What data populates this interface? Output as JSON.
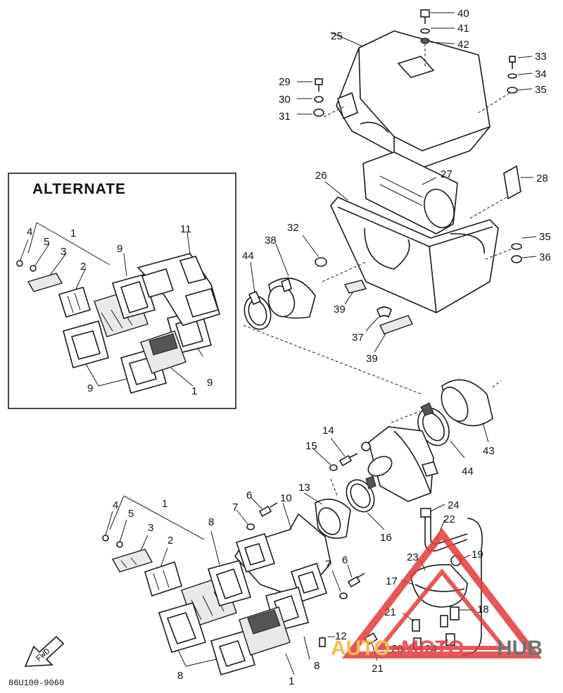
{
  "alternate_title": "ALTERNATE",
  "part_code": "86U100-9060",
  "fwd_label": "FWD",
  "watermark": {
    "part1": "AUTO",
    "part2": "MOTO",
    "part3": "HUB",
    "colors": {
      "triangle": "#e23b3b",
      "accent": "#f2b233",
      "dark": "#5a5a5a"
    }
  },
  "callouts": {
    "c40": "40",
    "c41": "41",
    "c42": "42",
    "c25": "25",
    "c33": "33",
    "c34": "34",
    "c35a": "35",
    "c29": "29",
    "c30": "30",
    "c31": "31",
    "c26": "26",
    "c27": "27",
    "c28": "28",
    "c32": "32",
    "c38": "38",
    "c44a": "44",
    "c35b": "35",
    "c36": "36",
    "c39a": "39",
    "c37": "37",
    "c39b": "39",
    "alt4": "4",
    "alt5": "5",
    "alt1a": "1",
    "alt3": "3",
    "alt2": "2",
    "alt9a": "9",
    "alt11": "11",
    "alt9b": "9",
    "alt9c": "9",
    "alt1b": "1",
    "c14": "14",
    "c15": "15",
    "c43": "43",
    "c44b": "44",
    "c13": "13",
    "c16": "16",
    "c6a": "6",
    "c7a": "7",
    "c10": "10",
    "c4": "4",
    "c5": "5",
    "c1a": "1",
    "c3": "3",
    "c2": "2",
    "c8a": "8",
    "c7b": "7",
    "c6b": "6",
    "c24a": "24",
    "c22": "22",
    "c23": "23",
    "c19": "19",
    "c17": "17",
    "c18": "18",
    "c21a": "21",
    "c20": "20",
    "c24b": "24",
    "c21b": "21",
    "c12": "12",
    "c8b": "8",
    "c8c": "8",
    "c1b": "1"
  }
}
